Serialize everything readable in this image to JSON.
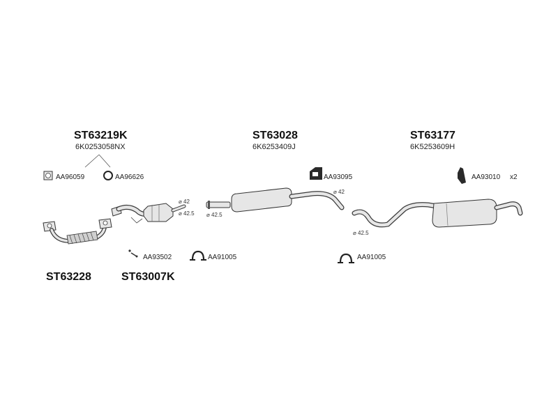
{
  "groups": {
    "catalyst": {
      "part": "ST63219K",
      "oem": "6K0253058NX"
    },
    "middle": {
      "part": "ST63028",
      "oem": "6K6253409J"
    },
    "rear": {
      "part": "ST63177",
      "oem": "6K5253609H"
    },
    "front_pipe": {
      "part": "ST63228"
    },
    "mount_kit": {
      "part": "ST63007K"
    }
  },
  "accessories": {
    "gasket_square": "AA96059",
    "ring_gasket": "AA96626",
    "bolt_kit": "AA93502",
    "clamp_left": "AA91005",
    "rubber_mount": "AA93095",
    "clamp_right": "AA91005",
    "hanger_rear": "AA93010",
    "hanger_qty": "x2"
  },
  "dimensions": {
    "cat_outlet": "⌀ 42",
    "cat_inlet": "⌀ 42.5",
    "mid_outlet": "⌀ 42",
    "mid_inlet": "⌀ 42.5",
    "rear_inlet": "⌀ 42.5"
  },
  "colors": {
    "line": "#3a3a3a",
    "fill": "#e6e6e6",
    "dark": "#1e1e1e"
  }
}
